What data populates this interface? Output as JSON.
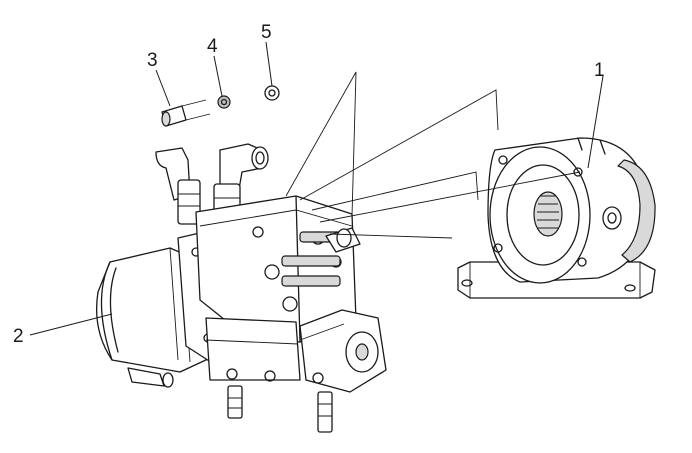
{
  "callouts": [
    {
      "id": "1",
      "label": "1"
    },
    {
      "id": "2",
      "label": "2"
    },
    {
      "id": "3",
      "label": "3"
    },
    {
      "id": "4",
      "label": "4"
    },
    {
      "id": "5",
      "label": "5"
    }
  ],
  "colors": {
    "line": "#1a1a1a",
    "shade_light": "#d9d9d9",
    "shade_dark": "#bdbdbd",
    "background": "#ffffff"
  }
}
